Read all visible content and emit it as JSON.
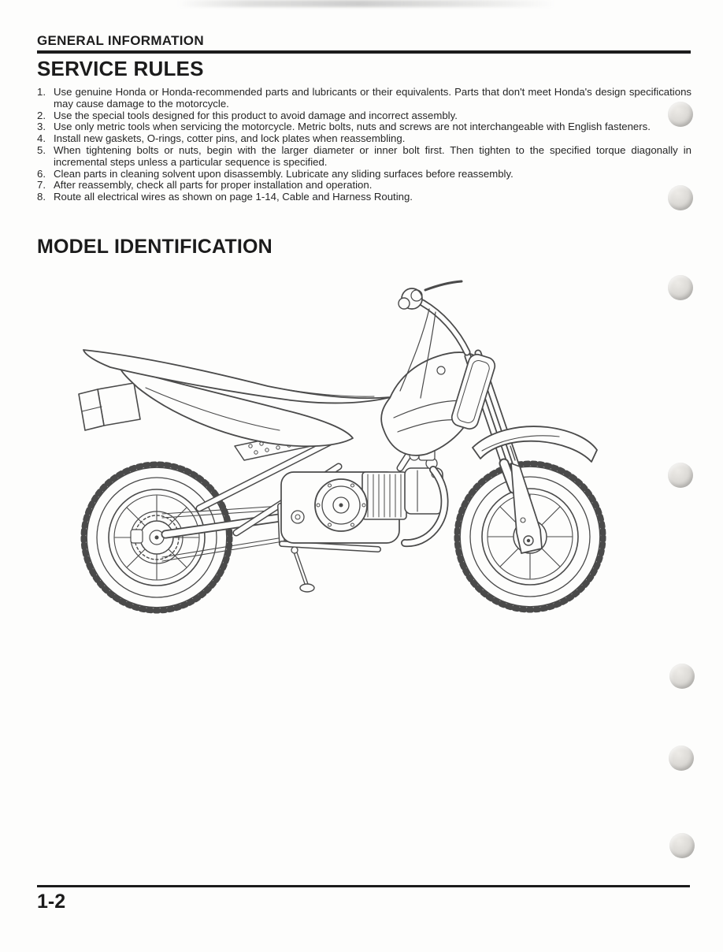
{
  "header": {
    "section": "GENERAL INFORMATION"
  },
  "service_rules": {
    "title": "SERVICE RULES",
    "items": [
      "Use genuine Honda or Honda-recommended parts and lubricants or their equivalents. Parts that don't meet Honda's design specifications may cause damage to the motorcycle.",
      "Use the special tools designed for this product to avoid damage and incorrect assembly.",
      "Use only metric tools when servicing the motorcycle. Metric bolts, nuts and screws are not interchangeable with English fasteners.",
      "Install new gaskets, O-rings, cotter pins, and lock plates when reassembling.",
      "When tightening bolts or nuts, begin with the larger diameter or inner bolt first. Then tighten to the specified torque diagonally in incremental steps unless a particular sequence is specified.",
      "Clean parts in cleaning solvent upon disassembly. Lubricate any sliding surfaces before reassembly.",
      "After reassembly, check all parts for proper installation and operation.",
      "Route all electrical wires as shown on page 1-14, Cable and Harness Routing."
    ]
  },
  "model_identification": {
    "title": "MODEL IDENTIFICATION"
  },
  "figure": {
    "label": "mini dirt bike side-view line illustration"
  },
  "footer": {
    "page_number": "1-2"
  },
  "scan": {
    "binder_hole_color": "#d9d7d3",
    "ink_color": "#1c1c1c"
  }
}
